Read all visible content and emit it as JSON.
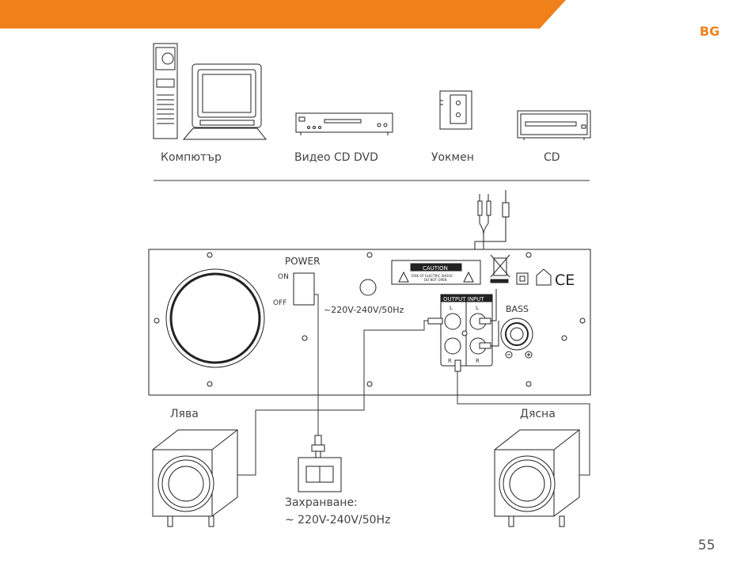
{
  "header": {
    "lang_code": "BG",
    "accent_color": "#f08019"
  },
  "devices": {
    "computer": "Компютър",
    "video": "Видео CD DVD",
    "walkman": "Уокмен",
    "cd": "CD"
  },
  "panel": {
    "power": "POWER",
    "on": "ON",
    "off": "OFF",
    "voltage": "~220V-240V/50Hz",
    "caution": "CAUTION",
    "caution_sub1": "RISK OF ELECTRIC SHOCK",
    "caution_sub2": "DO NOT OPEN",
    "output_input": "OUTPUT INPUT",
    "l1": "L",
    "l2": "L",
    "r1": "R",
    "r2": "R",
    "bass": "BASS",
    "ce": "CE"
  },
  "speakers": {
    "left": "Лява",
    "right": "Дясна"
  },
  "supply": {
    "label": "Захранване:",
    "value": "~ 220V-240V/50Hz"
  },
  "footer": {
    "page_number": "55"
  }
}
